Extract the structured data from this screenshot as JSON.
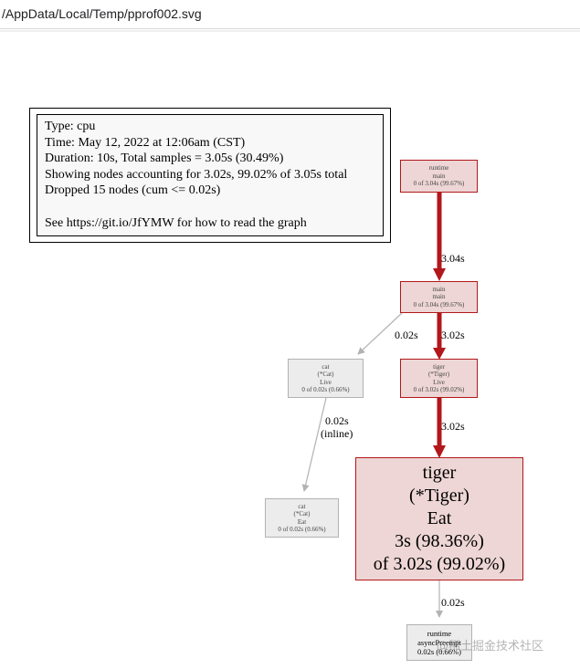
{
  "urlbar": {
    "text": "/AppData/Local/Temp/pprof002.svg"
  },
  "legend": {
    "lines": [
      "Type: cpu",
      "Time: May 12, 2022 at 12:06am (CST)",
      "Duration: 10s, Total samples = 3.05s (30.49%)",
      "Showing nodes accounting for 3.02s, 99.02% of 3.05s total",
      "Dropped 15 nodes (cum <= 0.02s)",
      "See https://git.io/JfYMW for how to read the graph"
    ]
  },
  "nodes": {
    "runtime_main": {
      "line1": "runtime",
      "line2": "main",
      "line3": "0 of 3.04s (99.67%)"
    },
    "main_main": {
      "line1": "main",
      "line2": "main",
      "line3": "0 of 3.04s (99.67%)"
    },
    "cat_live": {
      "line1": "cat",
      "line2": "(*Cat)",
      "line3": "Live",
      "line4": "0 of 0.02s (0.66%)"
    },
    "tiger_live": {
      "line1": "tiger",
      "line2": "(*Tiger)",
      "line3": "Live",
      "line4": "0 of 3.02s (99.02%)"
    },
    "tiger_eat": {
      "line1": "tiger",
      "line2": "(*Tiger)",
      "line3": "Eat",
      "line4": "3s (98.36%)",
      "line5": "of 3.02s (99.02%)"
    },
    "cat_eat": {
      "line1": "cat",
      "line2": "(*Cat)",
      "line3": "Eat",
      "line4": "0 of 0.02s (0.66%)"
    },
    "runtime_async": {
      "line1": "runtime",
      "line2": "asyncPreempt",
      "line3": "0.02s (0.66%)"
    }
  },
  "edges": {
    "runtime_to_main": "3.04s",
    "main_to_cat": "0.02s",
    "main_to_tiger": "3.02s",
    "cat_live_to_eat": "0.02s",
    "cat_live_to_eat_note": "(inline)",
    "tiger_live_to_eat": "3.02s",
    "tiger_eat_to_async": "0.02s"
  },
  "colors": {
    "hot": "#b2171b",
    "hot_fill": "#edd6d5",
    "cold": "#b2b2b2",
    "cold_fill": "#ececec"
  },
  "watermark": "@稀土掘金技术社区"
}
